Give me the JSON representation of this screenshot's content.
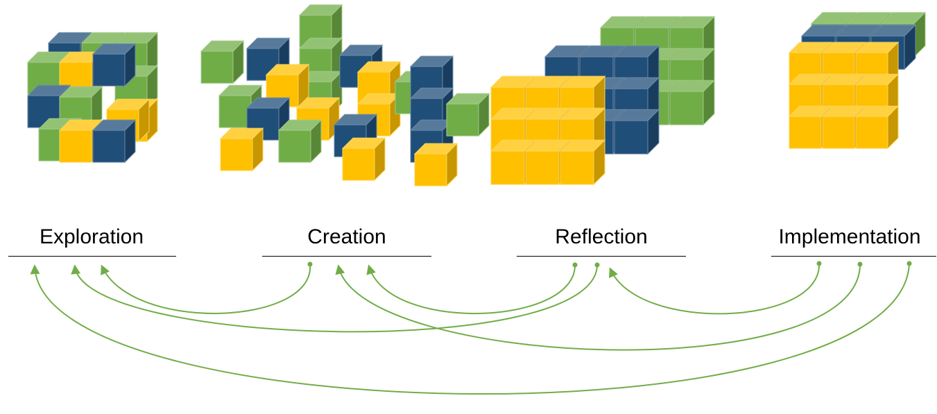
{
  "stages": [
    {
      "id": "exploration",
      "label": "Exploration"
    },
    {
      "id": "creation",
      "label": "Creation"
    },
    {
      "id": "reflection",
      "label": "Reflection"
    },
    {
      "id": "implementation",
      "label": "Implementation"
    }
  ],
  "colors": {
    "yellow": "#ffc000",
    "blue": "#1f4e79",
    "green": "#70ad47",
    "arrow": "#70ad47",
    "text": "#000000"
  },
  "arrows": [
    {
      "from": "creation",
      "to": "exploration"
    },
    {
      "from": "reflection",
      "to": "creation"
    },
    {
      "from": "reflection",
      "to": "exploration"
    },
    {
      "from": "implementation",
      "to": "reflection"
    },
    {
      "from": "implementation",
      "to": "creation"
    },
    {
      "from": "implementation",
      "to": "exploration"
    }
  ]
}
